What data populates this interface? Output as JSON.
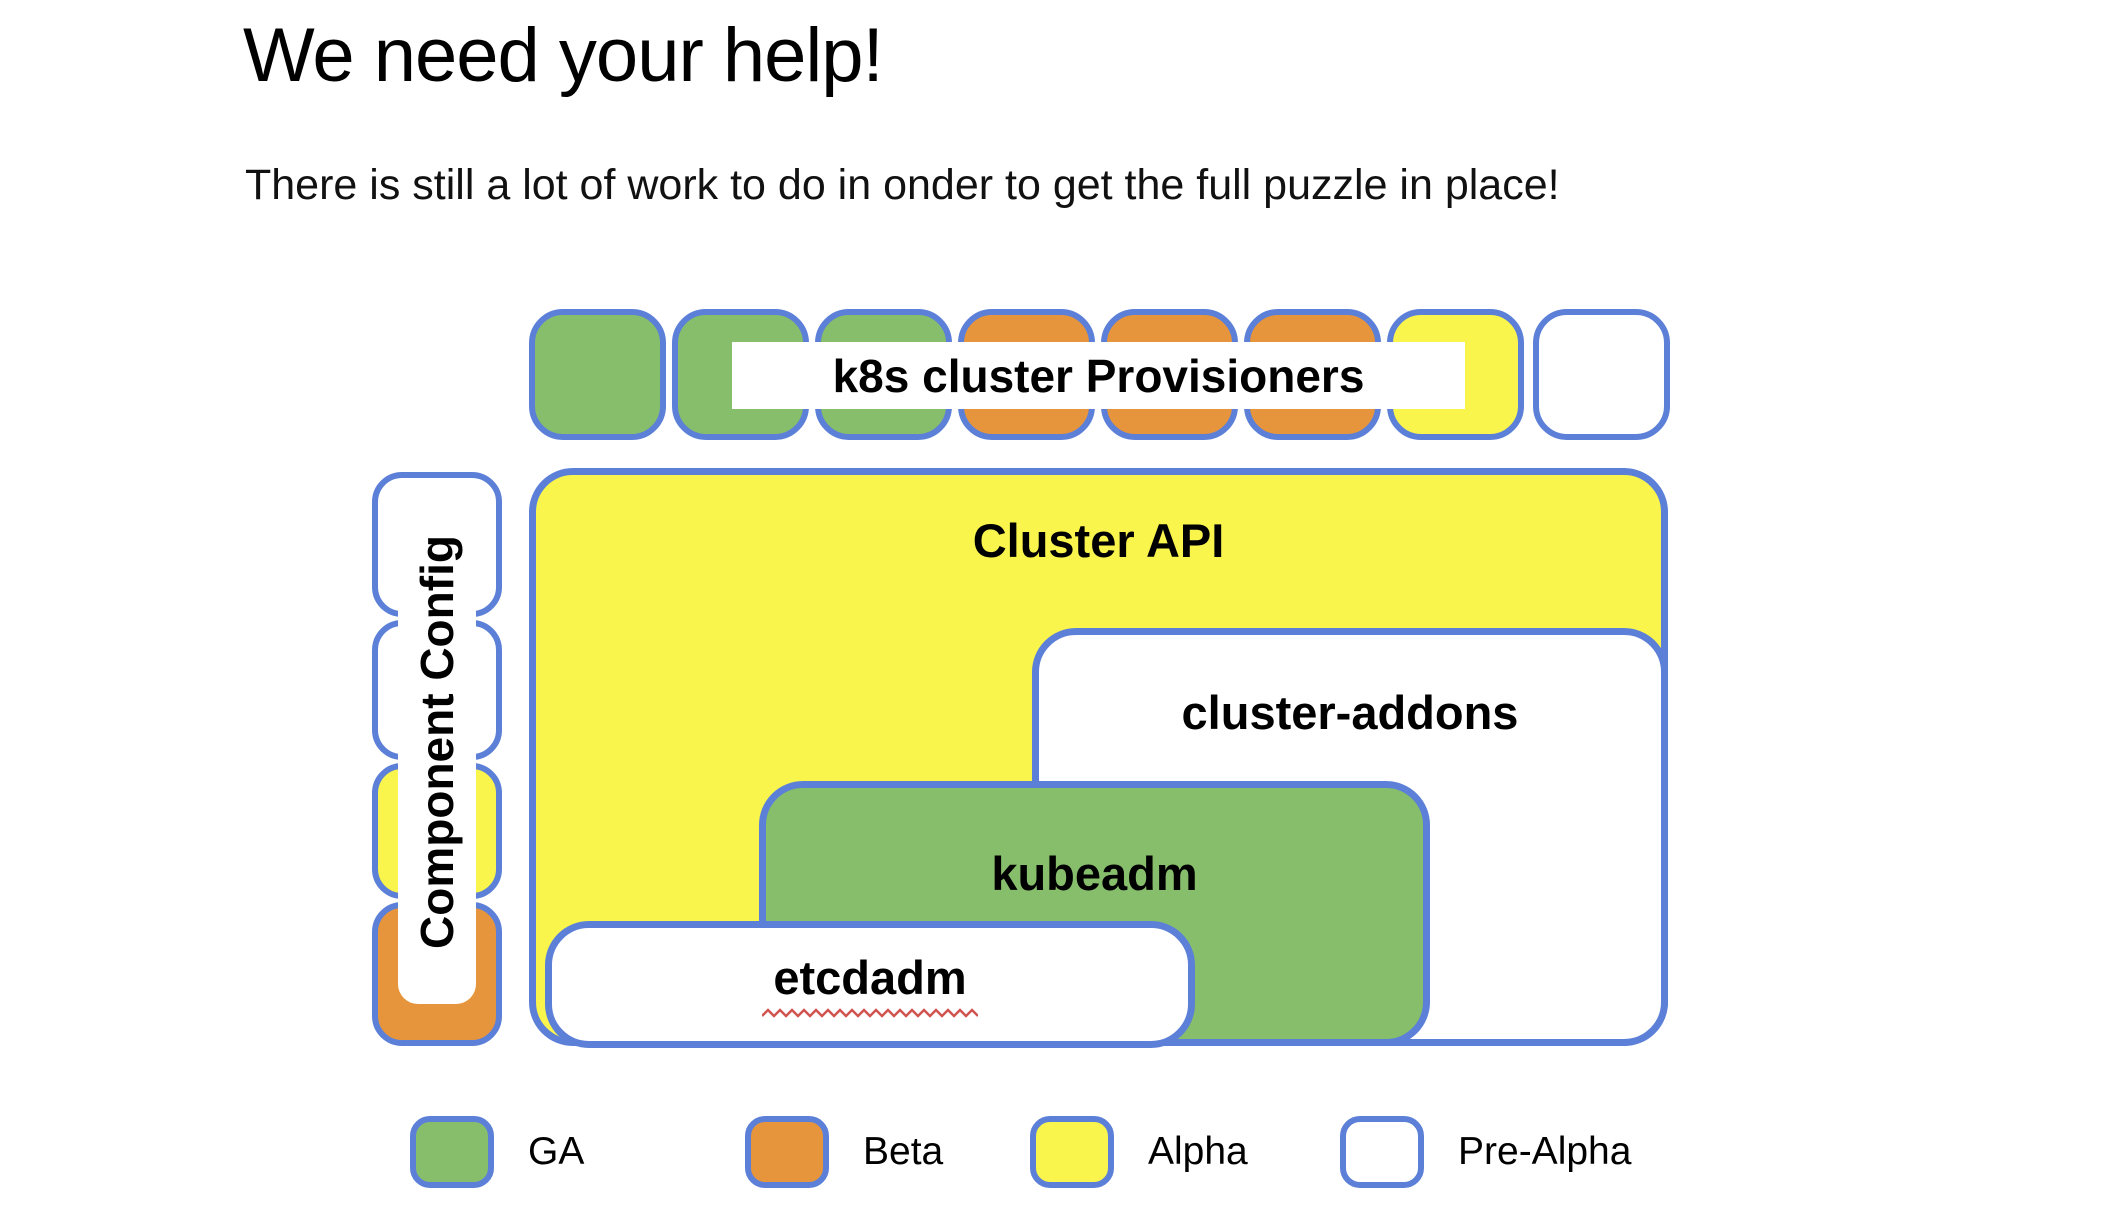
{
  "slide": {
    "title": "We need your help!",
    "subtitle": "There is still a lot of work to do in onder to get the full puzzle in place!"
  },
  "colors": {
    "ga_green": "#87BE6B",
    "beta_orange": "#E6953C",
    "alpha_yellow": "#FAF54D",
    "pre_alpha_white": "#FFFFFF",
    "border_blue": "#5C80D8",
    "squiggle_red": "#D15451"
  },
  "diagram": {
    "provisioners": {
      "label": "k8s cluster Provisioners",
      "tiles": [
        "ga",
        "ga",
        "ga",
        "beta",
        "beta",
        "beta",
        "alpha",
        "pre_alpha"
      ]
    },
    "component_config": {
      "label": "Component Config",
      "tiles": [
        "pre_alpha",
        "pre_alpha",
        "alpha",
        "beta"
      ]
    },
    "boxes": {
      "cluster_api": {
        "label": "Cluster API",
        "status": "alpha"
      },
      "cluster_addons": {
        "label": "cluster-addons",
        "status": "pre_alpha"
      },
      "kubeadm": {
        "label": "kubeadm",
        "status": "ga"
      },
      "etcdadm": {
        "label": "etcdadm",
        "status": "pre_alpha",
        "spellcheck_underline": true
      }
    }
  },
  "legend": {
    "items": [
      {
        "label": "GA",
        "status": "ga"
      },
      {
        "label": "Beta",
        "status": "beta"
      },
      {
        "label": "Alpha",
        "status": "alpha"
      },
      {
        "label": "Pre-Alpha",
        "status": "pre_alpha"
      }
    ]
  }
}
